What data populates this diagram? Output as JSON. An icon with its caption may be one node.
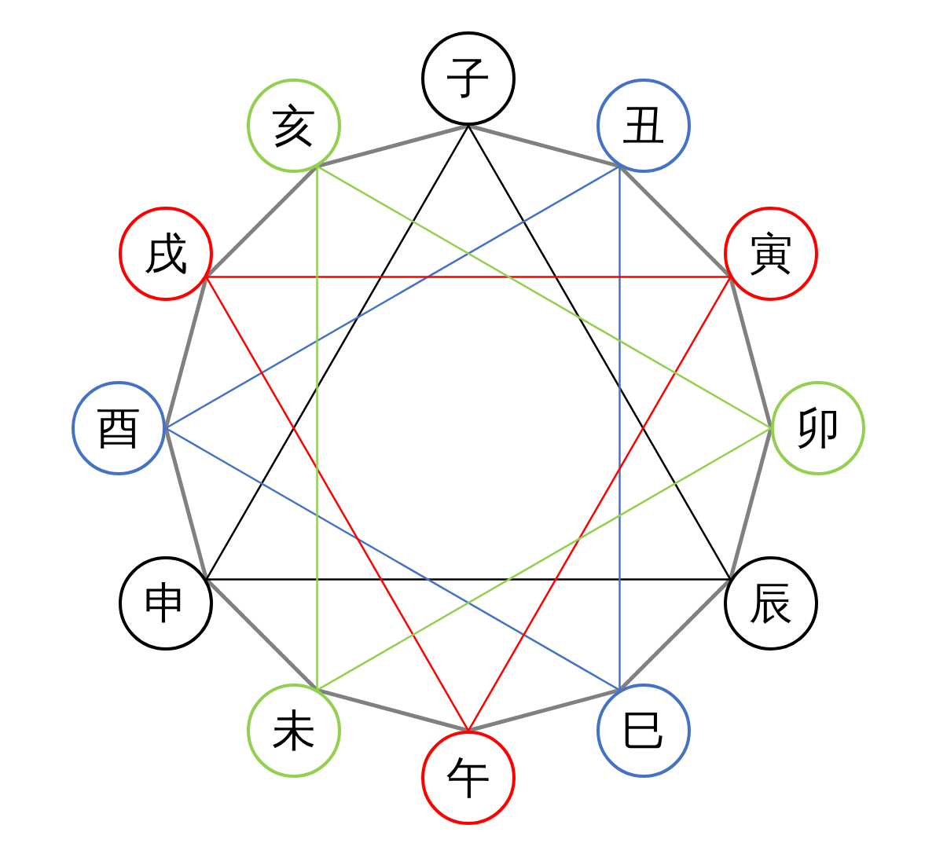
{
  "diagram": {
    "nodes": [
      {
        "text": [
          "子"
        ]
      },
      {
        "text": [
          "丑"
        ]
      },
      {
        "text": [
          "寅"
        ]
      },
      {
        "text": [
          "卯"
        ]
      },
      {
        "text": [
          "辰"
        ]
      },
      {
        "text": [
          "巳"
        ]
      },
      {
        "text": [
          "午"
        ]
      },
      {
        "text": [
          "未"
        ]
      },
      {
        "text": [
          "申"
        ]
      },
      {
        "text": [
          "酉"
        ]
      },
      {
        "text": [
          "戌"
        ]
      },
      {
        "text": [
          "亥"
        ]
      }
    ],
    "edges": [
      {
        "from": 0,
        "to": 4,
        "arrow": "none"
      },
      {
        "from": 4,
        "to": 8,
        "arrow": "none"
      },
      {
        "from": 8,
        "to": 0,
        "arrow": "none"
      },
      {
        "from": 1,
        "to": 5,
        "arrow": "none",
        "color": "#4472c4"
      },
      {
        "from": 5,
        "to": 9,
        "arrow": "none",
        "color": "#4472c4"
      },
      {
        "from": 9,
        "to": 1,
        "arrow": "none",
        "color": "#4472c4"
      },
      {
        "from": 2,
        "to": 6,
        "arrow": "none",
        "color": "#ff0000"
      },
      {
        "from": 6,
        "to": 10,
        "arrow": "none",
        "color": "#ff0000"
      },
      {
        "from": 10,
        "to": 2,
        "arrow": "none",
        "color": "#ff0000"
      },
      {
        "from": 3,
        "to": 7,
        "arrow": "none",
        "color": "#92d050"
      },
      {
        "from": 7,
        "to": 11,
        "arrow": "none",
        "color": "#92d050"
      },
      {
        "from": 11,
        "to": 3,
        "arrow": "none",
        "color": "#92d050"
      }
    ]
  }
}
